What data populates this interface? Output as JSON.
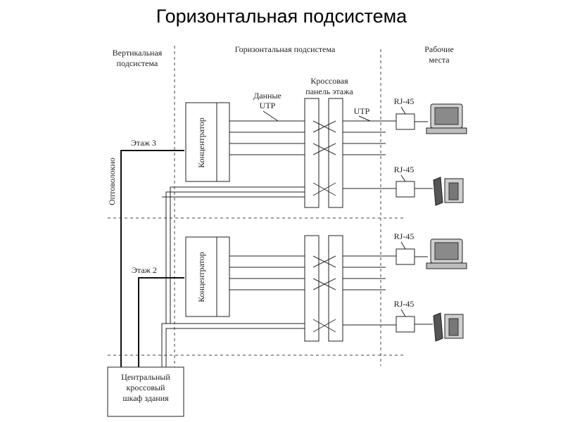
{
  "title": "Горизонтальная подсистема",
  "diagram": {
    "zone_vertical": "Вертикальная подсистема",
    "zone_vertical_line1": "Вертикальная",
    "zone_vertical_line2": "подсистема",
    "zone_horizontal": "Горизонтальная подсистема",
    "zone_workplaces_line1": "Рабочие",
    "zone_workplaces_line2": "места",
    "cross_panel_line1": "Кроссовая",
    "cross_panel_line2": "панель этажа",
    "data_line1": "Данные",
    "data_line2": "UTP",
    "utp": "UTP",
    "rj45": "RJ-45",
    "fiber": "Оптоволокно",
    "floor3": "Этаж 3",
    "floor2": "Этаж 2",
    "hub": "Концентратор",
    "building_cabinet_line1": "Центральный",
    "building_cabinet_line2": "кроссовый",
    "building_cabinet_line3": "шкаф здания",
    "icons": [
      "computer-icon",
      "phone-icon"
    ]
  }
}
